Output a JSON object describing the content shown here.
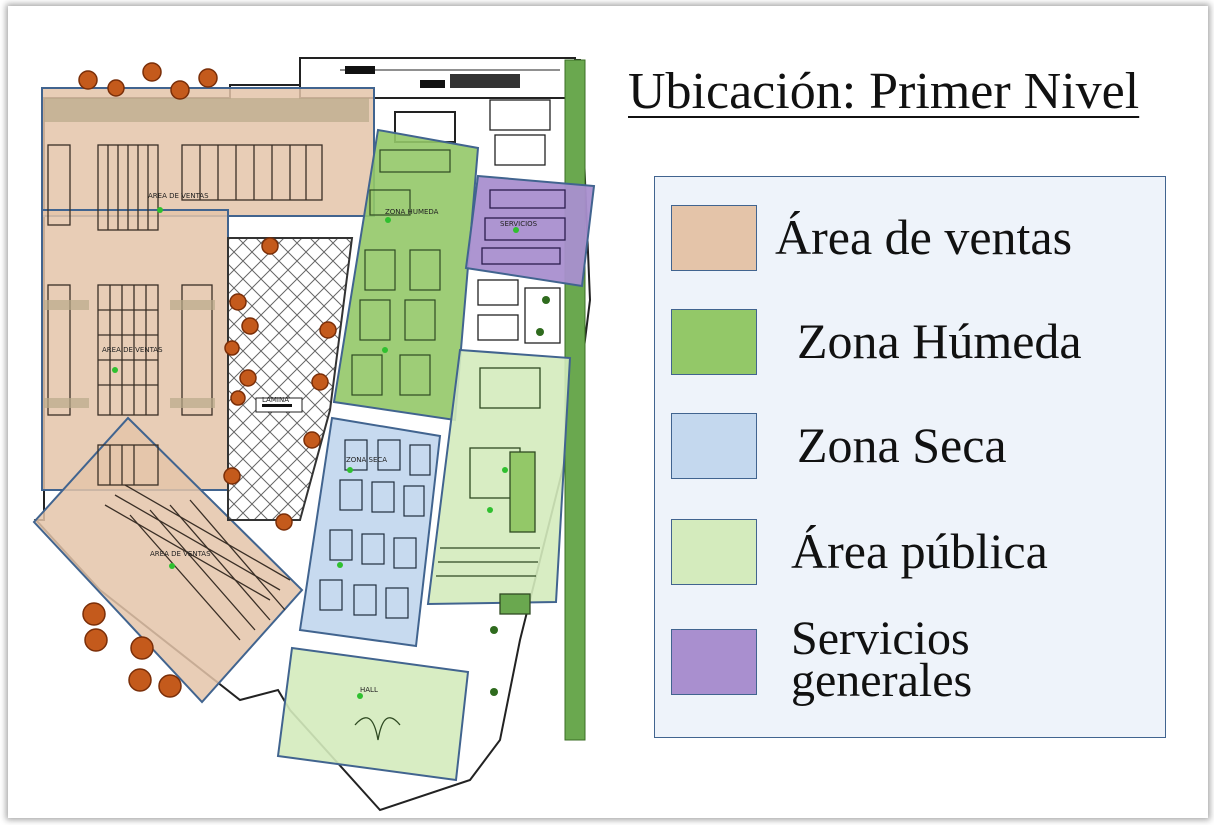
{
  "title": "Ubicación: Primer Nivel",
  "legend": {
    "items": [
      {
        "label": "Área de ventas",
        "color": "#e4c4a9"
      },
      {
        "label": "Zona Húmeda",
        "color": "#93c868"
      },
      {
        "label": "Zona Seca",
        "color": "#c4d8ee"
      },
      {
        "label": "Área pública",
        "color": "#d4ebbd"
      },
      {
        "label": "Servicios generales",
        "color": "#a98fcf",
        "lines": [
          "Servicios",
          "generales"
        ]
      }
    ]
  },
  "plan_labels": {
    "ventas_top": "AREA DE VENTAS",
    "ventas_mid": "AREA DE VENTAS",
    "ventas_diag": "AREA DE VENTAS",
    "humeda": "ZONA HUMEDA",
    "seca": "ZONA SECA",
    "servicios": "SERVICIOS",
    "lamina": "LAMINA",
    "hall": "HALL"
  }
}
